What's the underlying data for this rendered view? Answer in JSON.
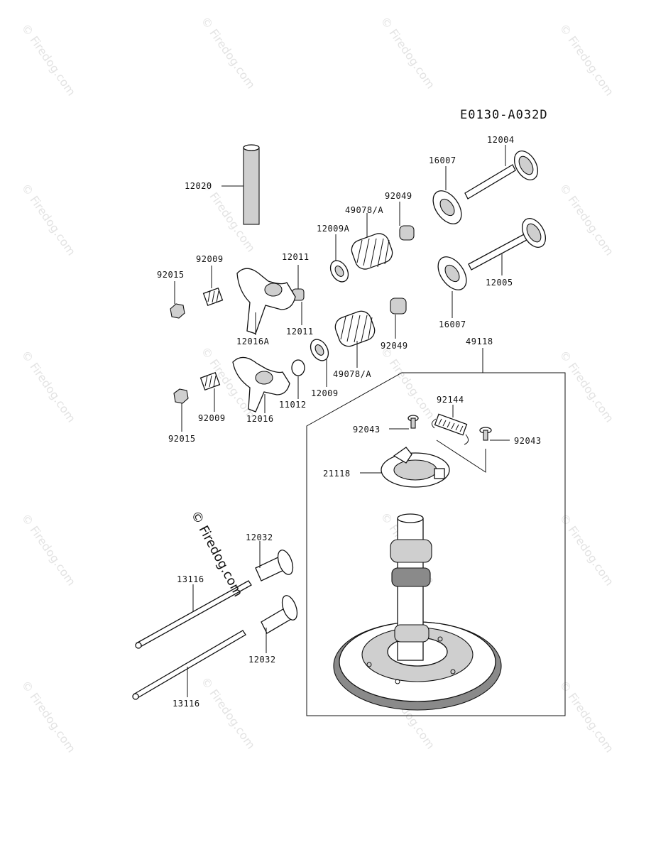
{
  "diagram_code": "E0130-A032D",
  "watermark": "© Firedog.com",
  "labels": {
    "p12020": "12020",
    "p12004": "12004",
    "p16007_top": "16007",
    "p92049_top": "92049",
    "p49078a_top": "49078/A",
    "p12009a": "12009A",
    "p12011_top": "12011",
    "p92009_top": "92009",
    "p92015_top": "92015",
    "p12005": "12005",
    "p16007_bottom": "16007",
    "p12016a": "12016A",
    "p12011_bottom": "12011",
    "p92049_bottom": "92049",
    "p49118": "49118",
    "p12009": "12009",
    "p49078a_bottom": "49078/A",
    "p11012": "11012",
    "p12016": "12016",
    "p92009_bottom": "92009",
    "p92015_bottom": "92015",
    "p92144": "92144",
    "p92043_left": "92043",
    "p92043_right": "92043",
    "p21118": "21118",
    "p12032_top": "12032",
    "p13116_top": "13116",
    "p12032_bottom": "12032",
    "p13116_bottom": "13116"
  }
}
